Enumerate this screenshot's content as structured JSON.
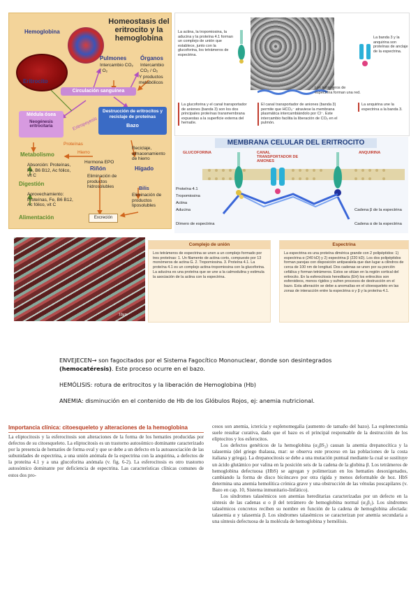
{
  "panel1": {
    "title": "Homeostasis del eritrocito y la hemoglobina",
    "hemoglobina": "Hemoglobina",
    "eritrocito": "Eritrocito",
    "pulmones": "Pulmones",
    "pulmones_sub": "Intercambio CO₂ / O₂",
    "organos": "Órganos",
    "organos_sub": "Intercambio CO₂ / O₂",
    "organos_sub2": "Y productos metabólicos",
    "circulacion": "Circulación sanguínea",
    "medula": "Médula ósea",
    "neogenesis": "Neogénesis eritrocitaria",
    "destruccion": "Destrucción de eritrocitos y reciclaje de proteínas",
    "bazo": "Bazo",
    "metabolismo": "Metabolismo",
    "absorcion": "Absorción: Proteínas, Fe, B6 B12, Ac fólico, vit C",
    "digestion": "Digestión",
    "aprovechamiento": "Aprovechamiento: Proteínas, Fe, B6 B12, Ac fólico, vit C",
    "alimentacion": "Alimentación",
    "epo": "Hormona EPO",
    "rinon": "Riñón",
    "rinon_sub": "Eliminación de productos hidrosolubles",
    "reciclaje": "Reciclaje, almacenamiento de hierro",
    "higado": "Hígado",
    "bilis": "Bilis",
    "bilis_sub": "Eliminación de productos liposolubles",
    "excrecion": "Excreción",
    "eritropoyesis": "Eritropoyesis",
    "hierro": "Hierro",
    "proteinas": "Proteínas"
  },
  "panel2": {
    "note1": "La actina, la tropomiosina, la aducina y la proteína 4.1 forman un complejo de unión que establece, junto con la glucoforina, los tetrámeros de espectrina.",
    "note2": "La banda 3 y la anquirina son proteínas de anclaje de la espectrina.",
    "note3": "Los tetrámeros de espectrina forman una red.",
    "note4": "La glucoforina y el canal transportador de aniones (banda 3) son los dos principales proteínas transmembrana expuestas a la superficie externa del hematíe.",
    "note5": "El canal transportador de aniones (banda 3) permite que HCO₃⁻ atraviese la membrana plasmática intercambiándolo por Cl⁻. Este intercambio facilita la liberación de CO₂ en el pulmón.",
    "note6": "La anquirina une la espectrina a la banda 3."
  },
  "panel3": {
    "banner": "MEMBRANA CELULAR DEL ERITROCITO",
    "glucoforina": "GLUCOFORINA",
    "canal": "CANAL TRANSPORTADOR DE ANIONES",
    "anquirina": "ANQUIRINA",
    "proteina41": "Proteína 4.1",
    "tropomiosina": "Tropomiosina",
    "actina": "Actina",
    "aducina": "Aducina",
    "dimero": "Dímero de espectrina",
    "cadena_b": "Cadena β de la espectrina",
    "cadena_a": "Cadena α de la espectrina"
  },
  "panel4": {
    "scale": "10μm",
    "complejo_title": "Complejo de unión",
    "complejo_text": "Los tetrámeros de espectrina se unen a un complejo formado por tres proteínas: 1. Un filamento de actina corto, compuesto por 13 monómeros de actina G. 2. Tropomiosina. 3. Proteína 4.1. La proteína 4.1 es un complejo actina-tropomiosina con la glucoforina. La aducina es una proteína que se une a la calmodulina y estimula la asociación de la actina con la espectrina.",
    "espectrina_title": "Espectrina",
    "espectrina_text": "La espectrina es una proteína dimérica grande con 2 polipéptidos: 1) espectrina α (240 kD) y 2) espectrina β (220 kD). Los dos polipéptidos forman parejas con disposición antiparalela que dan lugar a cilindros de cerca de 100 nm de longitud. Dos cadenas se unen por su porción cefálica y forman tetrámeros. Estos se sitúan en la región cortical del eritrocito. En la esferocitosis hereditaria (EH) los eritrocitos son esferoideos, menos rígidos y sufren procesos de destrucción en el bazo. Esta alteración se debe a anomalías en el citoesqueleto en las zonas de interacción entre la espectrina α y β y la proteína 4.1."
  },
  "notes": {
    "n1_a": "ENVEJECEN→ son fagocitados por el Sistema Fagocítico Mononuclear, donde son desintegrados",
    "n1_b": "(hemocatéresis)",
    "n1_c": ". Este proceso ocurre en el bazo.",
    "n2": "HEMÓLISIS: rotura de eritrocitos y la liberación de Hemoglobina (Hb)",
    "n3": "ANEMIA: disminución en el contenido de Hb de los Glóbulos Rojos, ej: anemia nutricional."
  },
  "bottom": {
    "heading": "Importancia clínica: citoesqueleto y alteraciones de la hemoglobina",
    "left": "La eliptocitosis y la esferocitosis son alteraciones de la forma de los hematíes producidas por defectos de su citoesqueleto. La eliptocitosis es un trastorno autosómico dominante caracterizado por la presencia de hematíes de forma oval y que se debe a un defecto en la autoasociación de las subunidades de espectrina, a una unión anómala de la espectrina con la anquirina, a defectos de la proteína 4.1 y a una glucoforina anómala (v. fig. 6-2). La esferocitosis es otro trastorno autosómico dominante por deficiencia de espectrina. Las características clínicas comunes de estos dos pro-",
    "right_p1": "cesos son anemia, ictericia y esplenomegalia (aumento de tamaño del bazo). La esplenectomía suele resultar curativa, dado que el bazo es el principal responsable de la destrucción de los eliptocitos y los esferocitos.",
    "right_p2": "Los defectos genéticos de la hemoglobina (α₂βS₂) causan la anemia drepanocítica y la talasemia (del griego thalassa, mar: se observa este proceso en las poblaciones de la costa italiana y griega). La drepanocitosis se debe a una mutación puntual mediante la cual se sustituye un ácido glutámico por valina en la posición seis de la cadena de la globina β. Los tetrámeros de hemoglobina defectuosa (HbS) se agregan y polimerizan en los hematíes desoxigenados, cambiando la forma de disco bicóncavo por otra rígida y menos deformable de hoz. HbS determina una anemia hemolítica crónica grave y una obstrucción de las vénulas poscapilares (v. Bazo en cap. 10, Sistema inmunitario-linfático).",
    "right_p3": "Los síndromes talasémicos son anemias hereditarias caracterizadas por un defecto en la síntesis de las cadenas α o β del tetrámero de hemoglobina normal (α₂β₂). Los síndromes talasémicos concretos reciben su nombre en función de la cadena de hemoglobina afectada: talasemia α y talasemia β. Los síndromes talasémicos se caracterizan por anemia secundaria a una síntesis defectuosa de la molécula de hemoglobina y hemólisis."
  }
}
